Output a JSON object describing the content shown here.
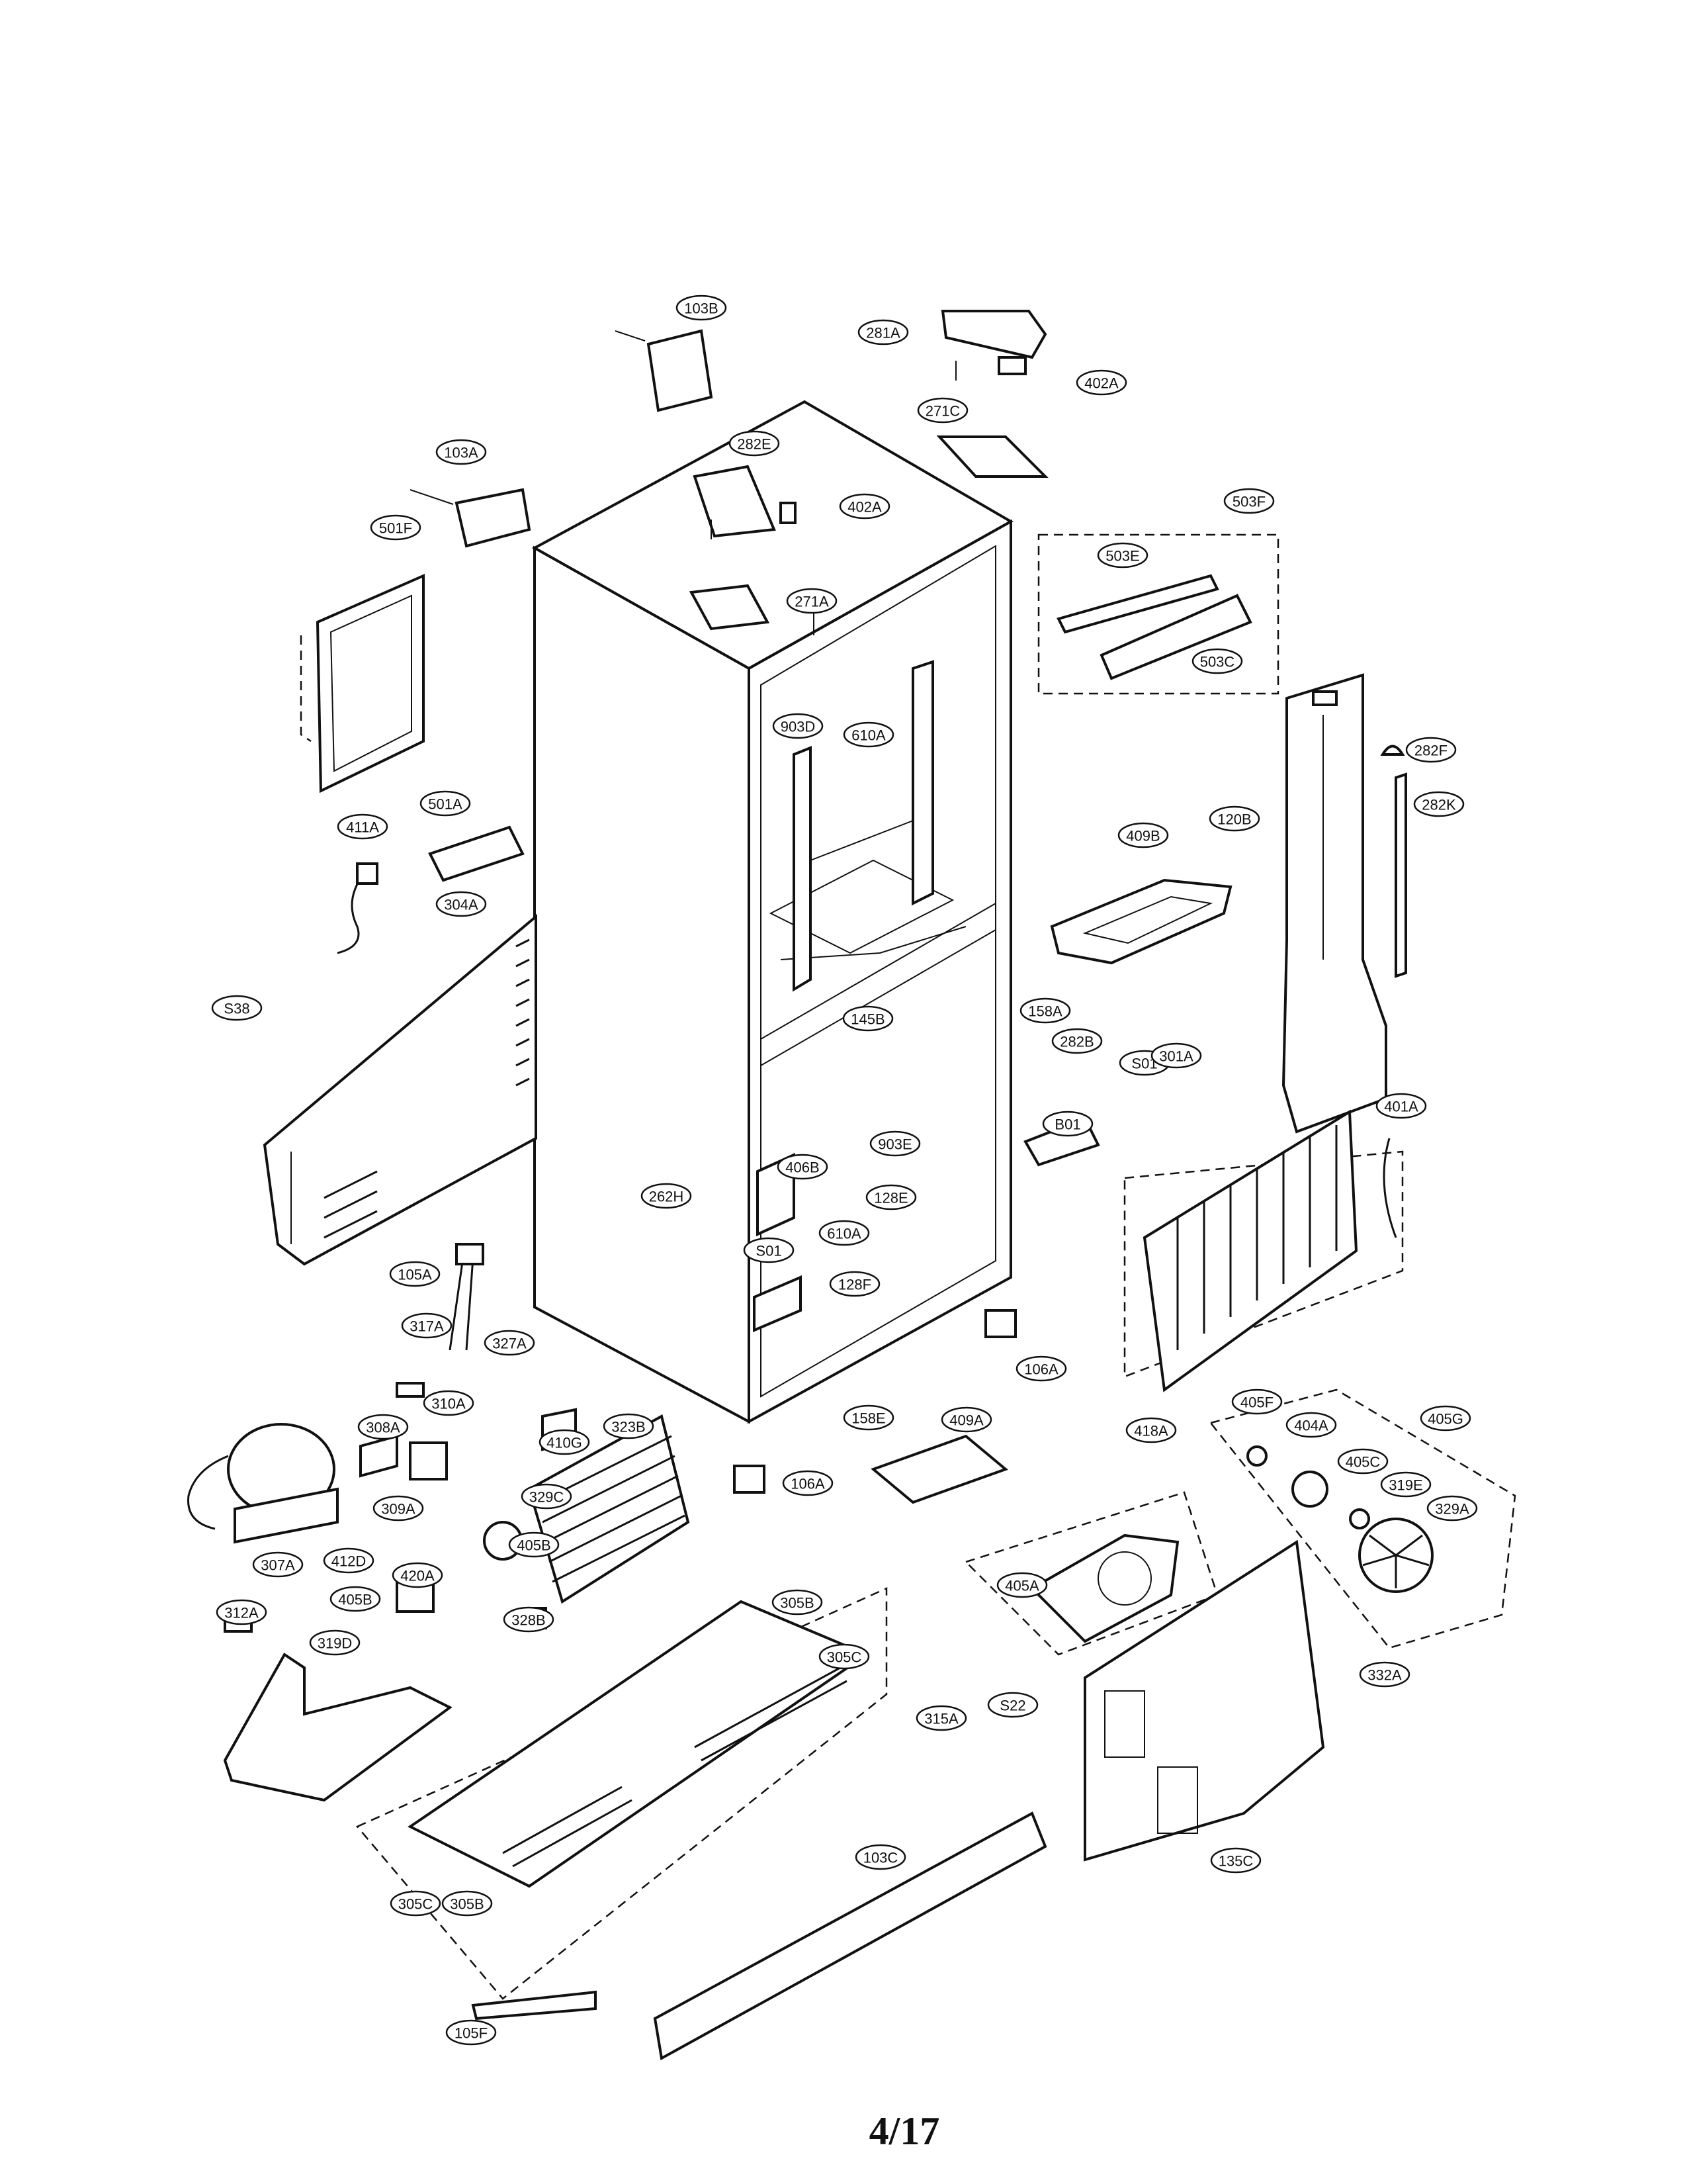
{
  "page_number": "4/17",
  "parts": [
    "103B",
    "281A",
    "402A",
    "271C",
    "282E",
    "402A",
    "103A",
    "503F",
    "501F",
    "271A",
    "503E",
    "503C",
    "903D",
    "610A",
    "282F",
    "282K",
    "120B",
    "411A",
    "501A",
    "409B",
    "304A",
    "158A",
    "282B",
    "S01",
    "S38",
    "145B",
    "B01",
    "301A",
    "401A",
    "406B",
    "903E",
    "262H",
    "128E",
    "610A",
    "S01",
    "128F",
    "105A",
    "106A",
    "418A",
    "317A",
    "327A",
    "410G",
    "310A",
    "323B",
    "409A",
    "158E",
    "106A",
    "405F",
    "404A",
    "405G",
    "308A",
    "405C",
    "319E",
    "329A",
    "309A",
    "329C",
    "405B",
    "307A",
    "412D",
    "420A",
    "405A",
    "312A",
    "405B",
    "328B",
    "305B",
    "305C",
    "S22",
    "332A",
    "319D",
    "315A",
    "103C",
    "135C",
    "305C",
    "305B",
    "105F"
  ],
  "icons": [
    "refrigerator-cabinet",
    "compressor",
    "condenser-coil",
    "evaporator",
    "fan-blade",
    "base-plate",
    "drawer-handle"
  ]
}
